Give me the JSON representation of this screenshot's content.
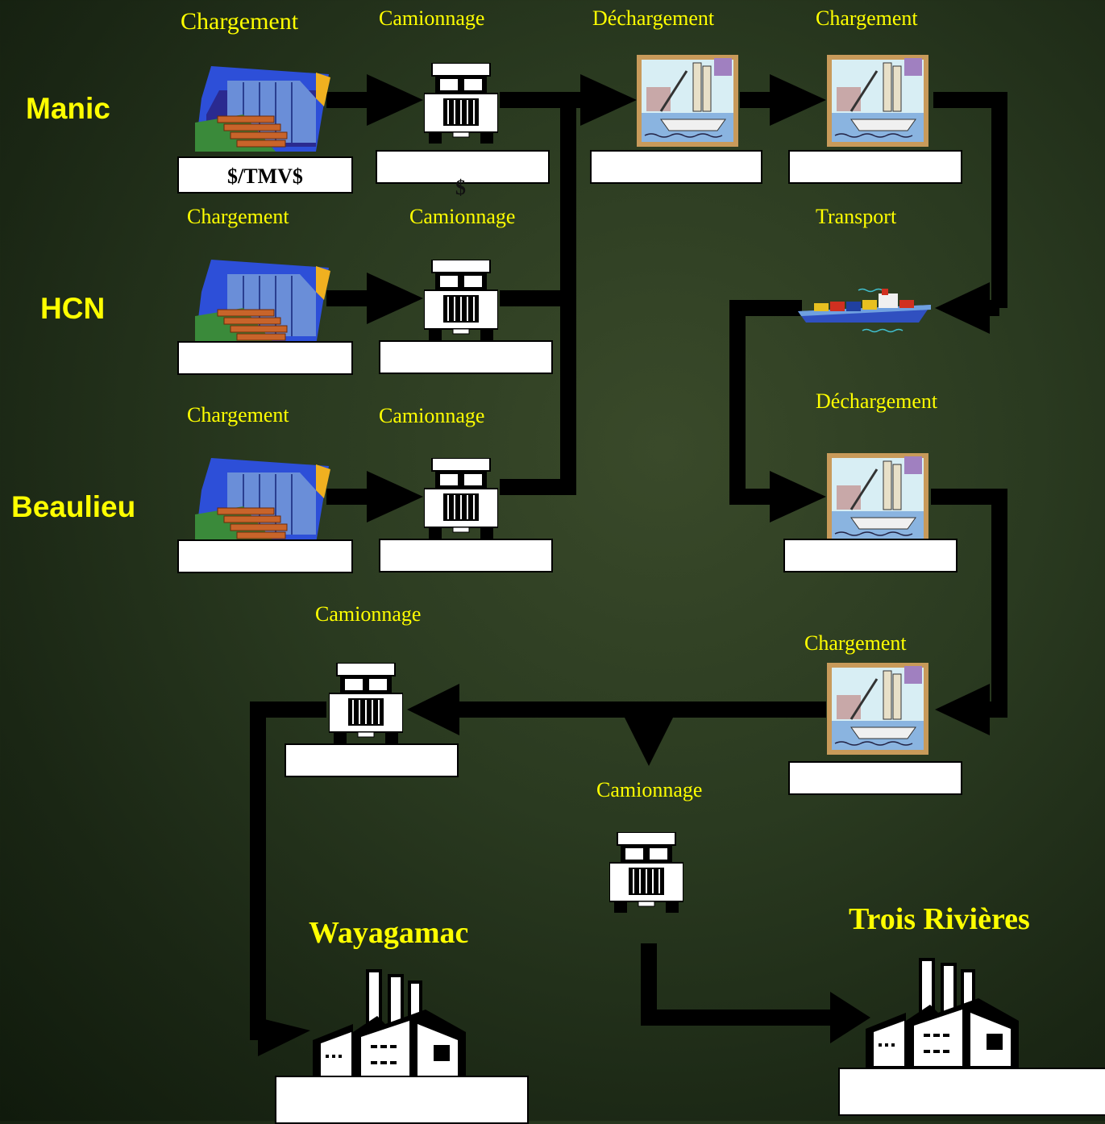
{
  "sites": [
    {
      "name": "Manic"
    },
    {
      "name": "HCN"
    },
    {
      "name": "Beaulieu"
    }
  ],
  "labels": {
    "manic_loading": "Chargement",
    "manic_trucking": "Camionnage",
    "port1_unloading": "Déchargement",
    "port1_loading": "Chargement",
    "hcn_loading": "Chargement",
    "hcn_trucking": "Camionnage",
    "sea_transport": "Transport",
    "beaulieu_loading": "Chargement",
    "beaulieu_trucking": "Camionnage",
    "port2_unloading": "Déchargement",
    "way_trucking": "Camionnage",
    "port2_loading": "Chargement",
    "tr_trucking": "Camionnage"
  },
  "cost_boxes": {
    "manic_loading": "$/TMV$",
    "manic_trucking_overflow": "$"
  },
  "destinations": {
    "wayagamac": "Wayagamac",
    "trois_rivieres": "Trois Rivières"
  },
  "colors": {
    "label": "#ffff00",
    "arrow": "#000000",
    "box": "#ffffff"
  },
  "icons": [
    "warehouse-icon",
    "truck-icon",
    "port-icon",
    "ship-icon",
    "factory-icon"
  ]
}
